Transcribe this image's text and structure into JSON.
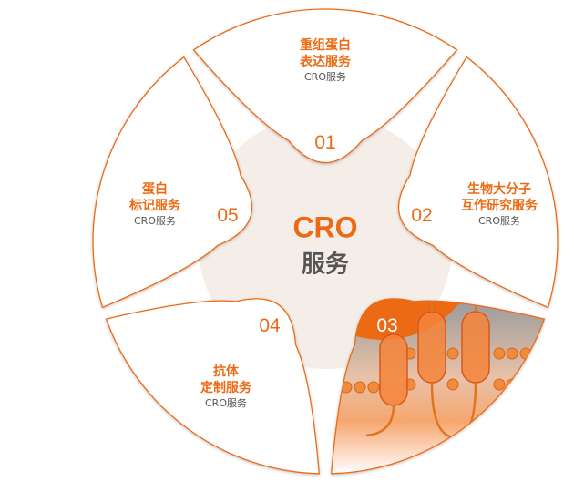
{
  "center": {
    "title": "CRO",
    "subtitle": "服务"
  },
  "colors": {
    "accent": "#ec6a14",
    "inner_circle": "#f4ede8",
    "text_gray": "#555555"
  },
  "segments": [
    {
      "number": "01",
      "title_lines": [
        "重组蛋白",
        "表达服务"
      ],
      "subtitle": "CRO服务"
    },
    {
      "number": "02",
      "title_lines": [
        "生物大分子",
        "互作研究服务"
      ],
      "subtitle": "CRO服务"
    },
    {
      "number": "03",
      "title_lines": [],
      "subtitle": "",
      "image": "membrane-protein-illustration"
    },
    {
      "number": "04",
      "title_lines": [
        "抗体",
        "定制服务"
      ],
      "subtitle": "CRO服务"
    },
    {
      "number": "05",
      "title_lines": [
        "蛋白",
        "标记服务"
      ],
      "subtitle": "CRO服务"
    }
  ]
}
